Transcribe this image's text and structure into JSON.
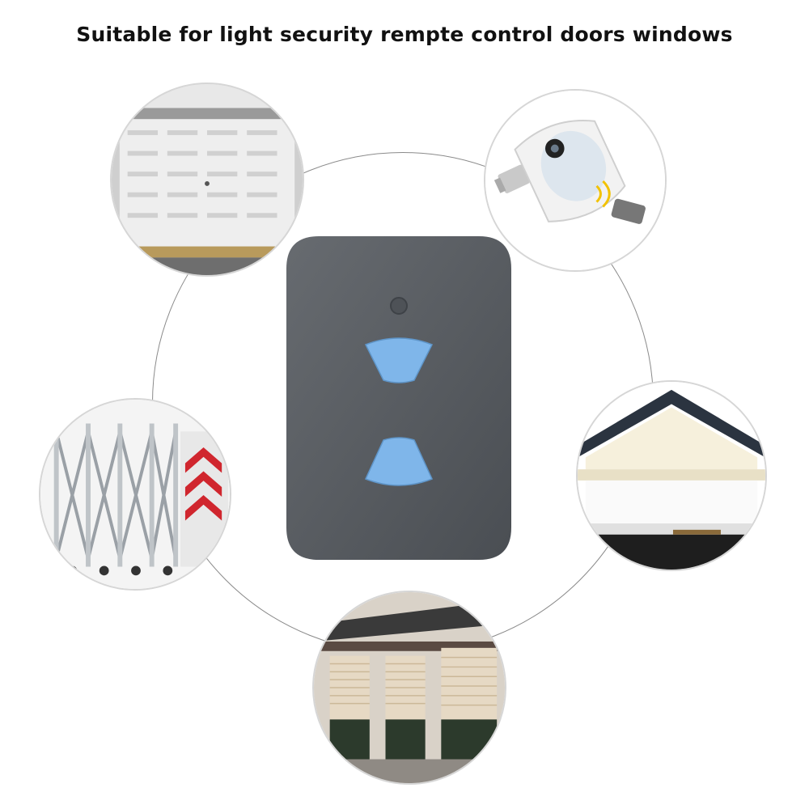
{
  "title": "Suitable for light security rempte control doors windows",
  "images": [
    {
      "id": "garage",
      "icon": "garage-door-icon"
    },
    {
      "id": "bulb",
      "icon": "light-bulb-camera-icon"
    },
    {
      "id": "gate",
      "icon": "retractable-gate-icon"
    },
    {
      "id": "house",
      "icon": "house-garage-icon"
    },
    {
      "id": "shutter",
      "icon": "window-shutter-icon"
    }
  ],
  "remote": {
    "buttons": 2,
    "body_color": "#5b5f64",
    "button_color": "#7fb6ea",
    "led": true
  },
  "colors": {
    "ring": "#8a8a8a",
    "background": "#ffffff"
  }
}
